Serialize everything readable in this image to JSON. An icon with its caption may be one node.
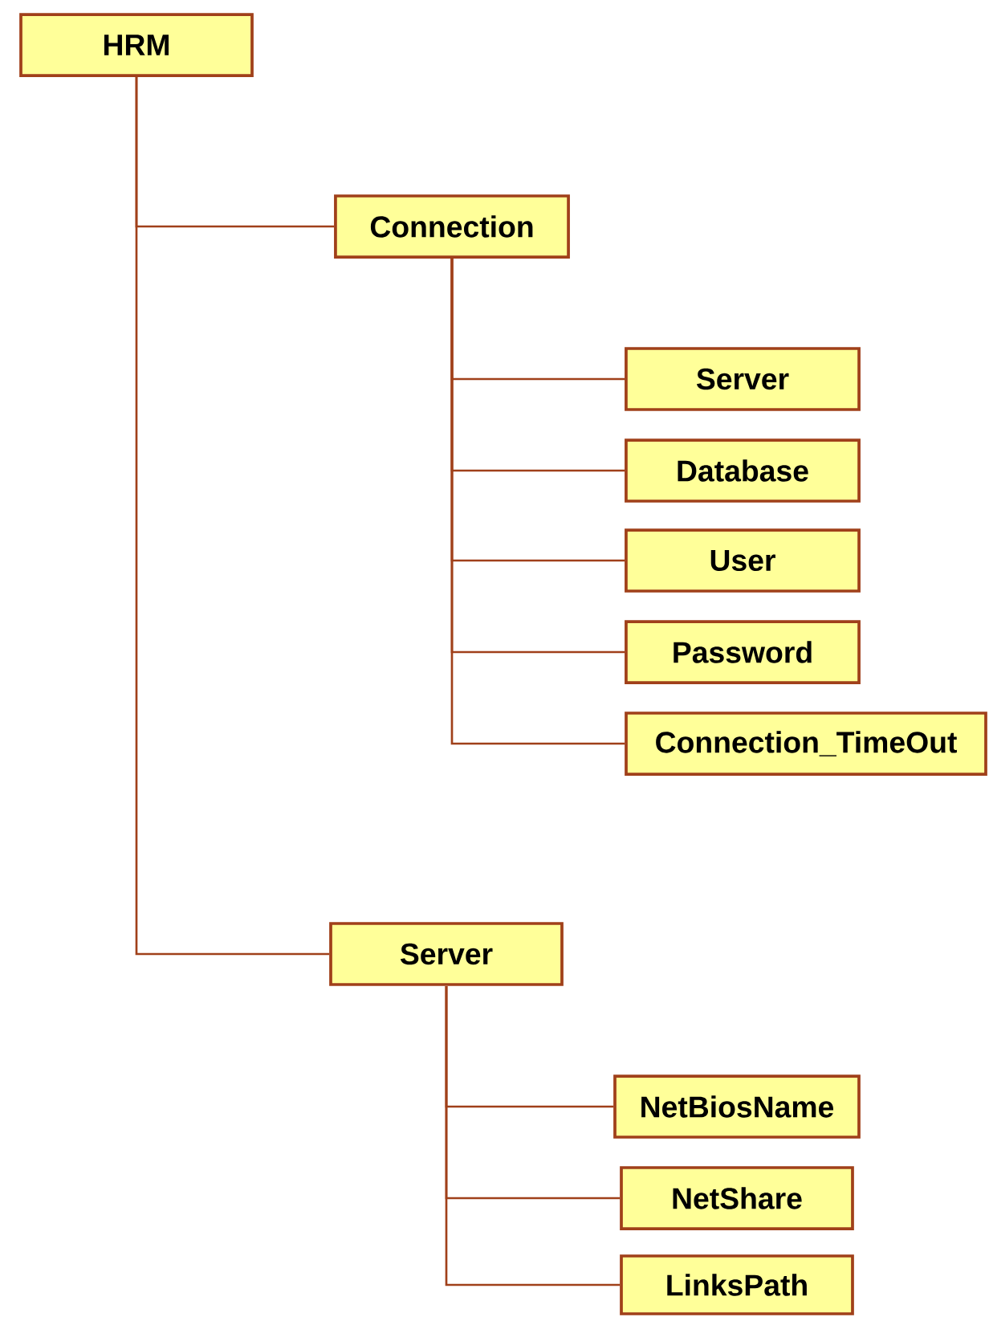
{
  "diagram": {
    "nodes": [
      {
        "text": [
          "HRM"
        ]
      },
      {
        "text": [
          "Connection"
        ]
      },
      {
        "text": [
          "Server"
        ]
      },
      {
        "text": [
          "Database"
        ]
      },
      {
        "text": [
          "User"
        ]
      },
      {
        "text": [
          "Password"
        ]
      },
      {
        "text": [
          "Connection_TimeOut"
        ]
      },
      {
        "text": [
          "Server"
        ]
      },
      {
        "text": [
          "NetBiosName"
        ]
      },
      {
        "text": [
          "NetShare"
        ]
      },
      {
        "text": [
          "LinksPath"
        ]
      }
    ],
    "edges": [
      {
        "from": 0,
        "to": 1,
        "arrow": "none"
      },
      {
        "from": 1,
        "to": 2,
        "arrow": "none"
      },
      {
        "from": 1,
        "to": 3,
        "arrow": "none"
      },
      {
        "from": 1,
        "to": 4,
        "arrow": "none"
      },
      {
        "from": 1,
        "to": 5,
        "arrow": "none"
      },
      {
        "from": 1,
        "to": 6,
        "arrow": "none"
      },
      {
        "from": 0,
        "to": 7,
        "arrow": "none"
      },
      {
        "from": 7,
        "to": 8,
        "arrow": "none"
      },
      {
        "from": 7,
        "to": 9,
        "arrow": "none"
      },
      {
        "from": 7,
        "to": 10,
        "arrow": "none"
      }
    ]
  }
}
